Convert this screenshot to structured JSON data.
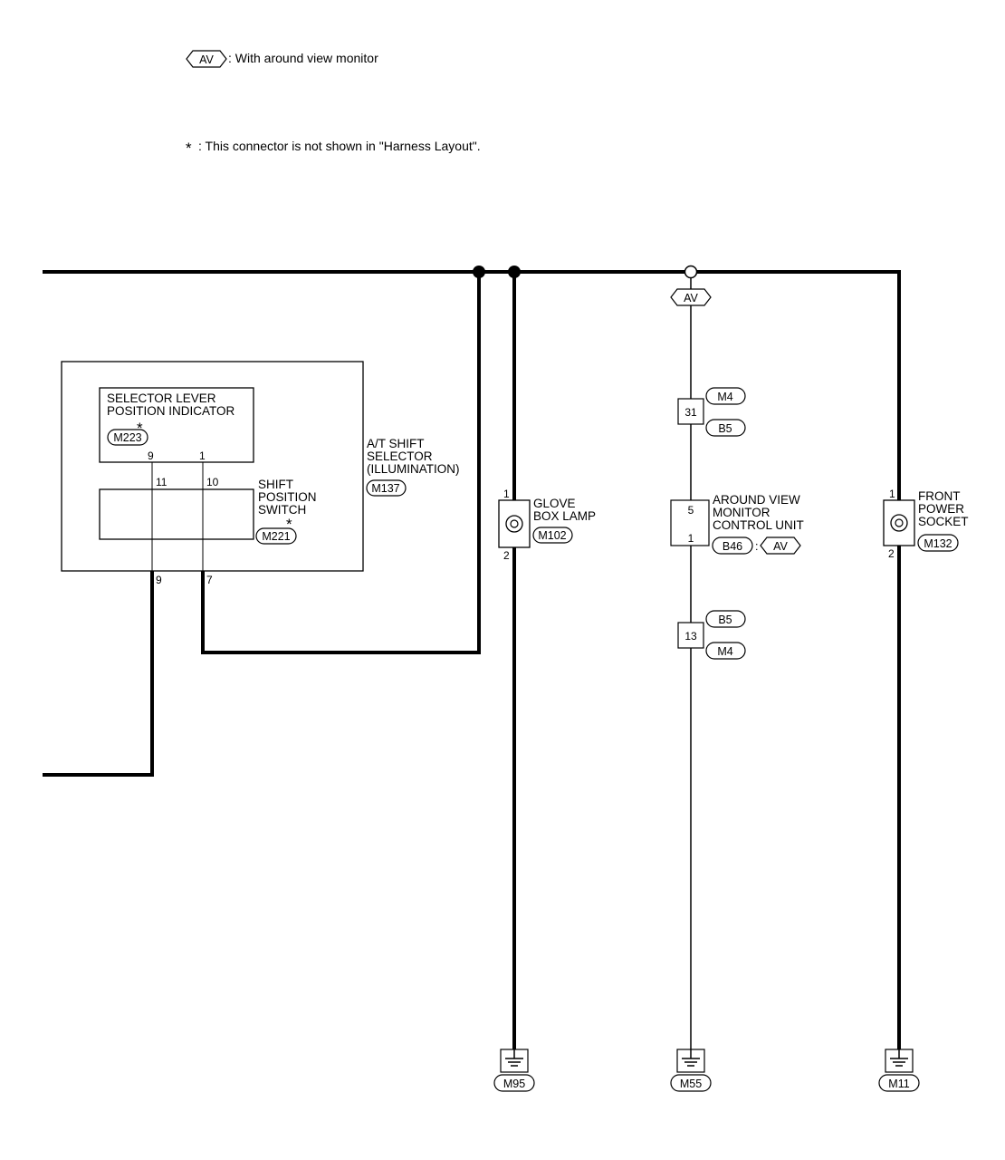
{
  "legend": {
    "av_symbol": "AV",
    "av_text": ": With around view monitor",
    "star_symbol": "*",
    "star_text": ": This connector is not shown in \"Harness Layout\"."
  },
  "at_shift_selector": {
    "title_line1": "A/T SHIFT",
    "title_line2": "SELECTOR",
    "title_line3": "(ILLUMINATION)",
    "connector": "M137",
    "pin_left": "9",
    "pin_right": "7"
  },
  "selector_indicator": {
    "line1": "SELECTOR LEVER",
    "line2": "POSITION INDICATOR",
    "connector": "M223",
    "star": "*",
    "pin_left": "9",
    "pin_right": "1"
  },
  "shift_switch": {
    "line1": "SHIFT",
    "line2": "POSITION",
    "line3": "SWITCH",
    "connector": "M221",
    "star": "*",
    "pin_left": "11",
    "pin_right": "10"
  },
  "glove_box_lamp": {
    "line1": "GLOVE",
    "line2": "BOX LAMP",
    "connector": "M102",
    "pin_top": "1",
    "pin_bottom": "2"
  },
  "av_branch_tag": "AV",
  "junction_upper": {
    "pin": "31",
    "conn_top": "M4",
    "conn_bottom": "B5"
  },
  "av_monitor": {
    "line1": "AROUND VIEW",
    "line2": "MONITOR",
    "line3": "CONTROL UNIT",
    "connector": "B46",
    "separator": ":",
    "tag": "AV",
    "pin_top": "5",
    "pin_bottom": "1"
  },
  "junction_lower": {
    "pin": "13",
    "conn_top": "B5",
    "conn_bottom": "M4"
  },
  "front_power_socket": {
    "line1": "FRONT",
    "line2": "POWER",
    "line3": "SOCKET",
    "connector": "M132",
    "pin_top": "1",
    "pin_bottom": "2"
  },
  "grounds": [
    "M95",
    "M55",
    "M11"
  ]
}
